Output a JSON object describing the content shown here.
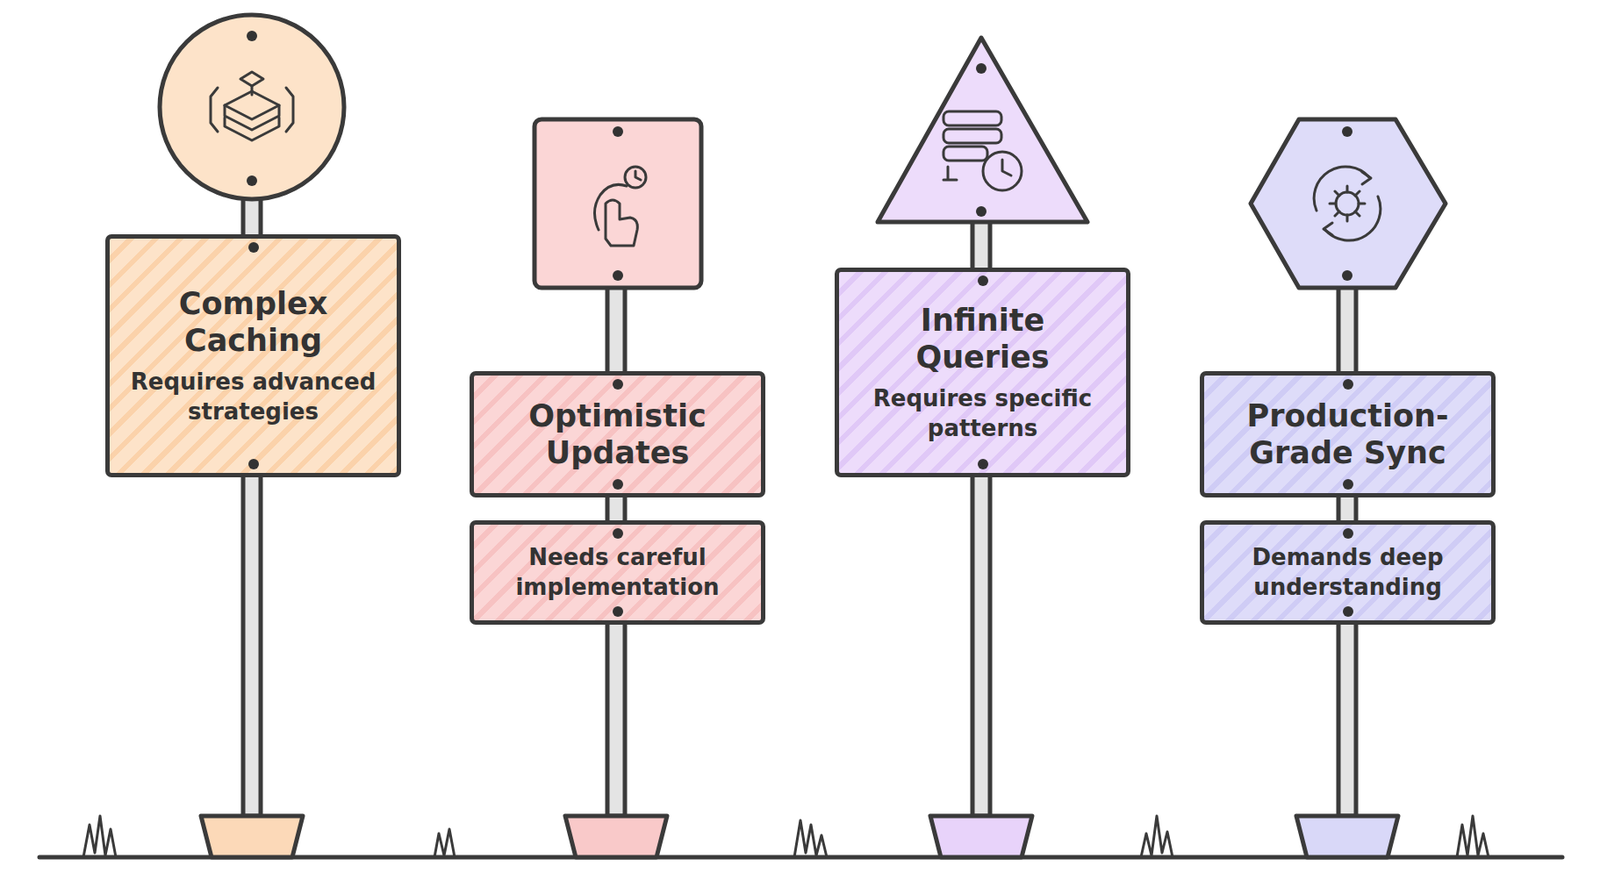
{
  "diagram": {
    "nodes": [
      {
        "text": [
          "Complex Caching",
          "Requires advanced strategies"
        ]
      },
      {
        "text": [
          "Optimistic Updates"
        ]
      },
      {
        "text": [
          "Needs careful implementation"
        ]
      },
      {
        "text": [
          "Infinite Queries",
          "Requires specific patterns"
        ]
      },
      {
        "text": [
          "Production-Grade Sync"
        ]
      },
      {
        "text": [
          "Demands deep understanding"
        ]
      }
    ]
  }
}
